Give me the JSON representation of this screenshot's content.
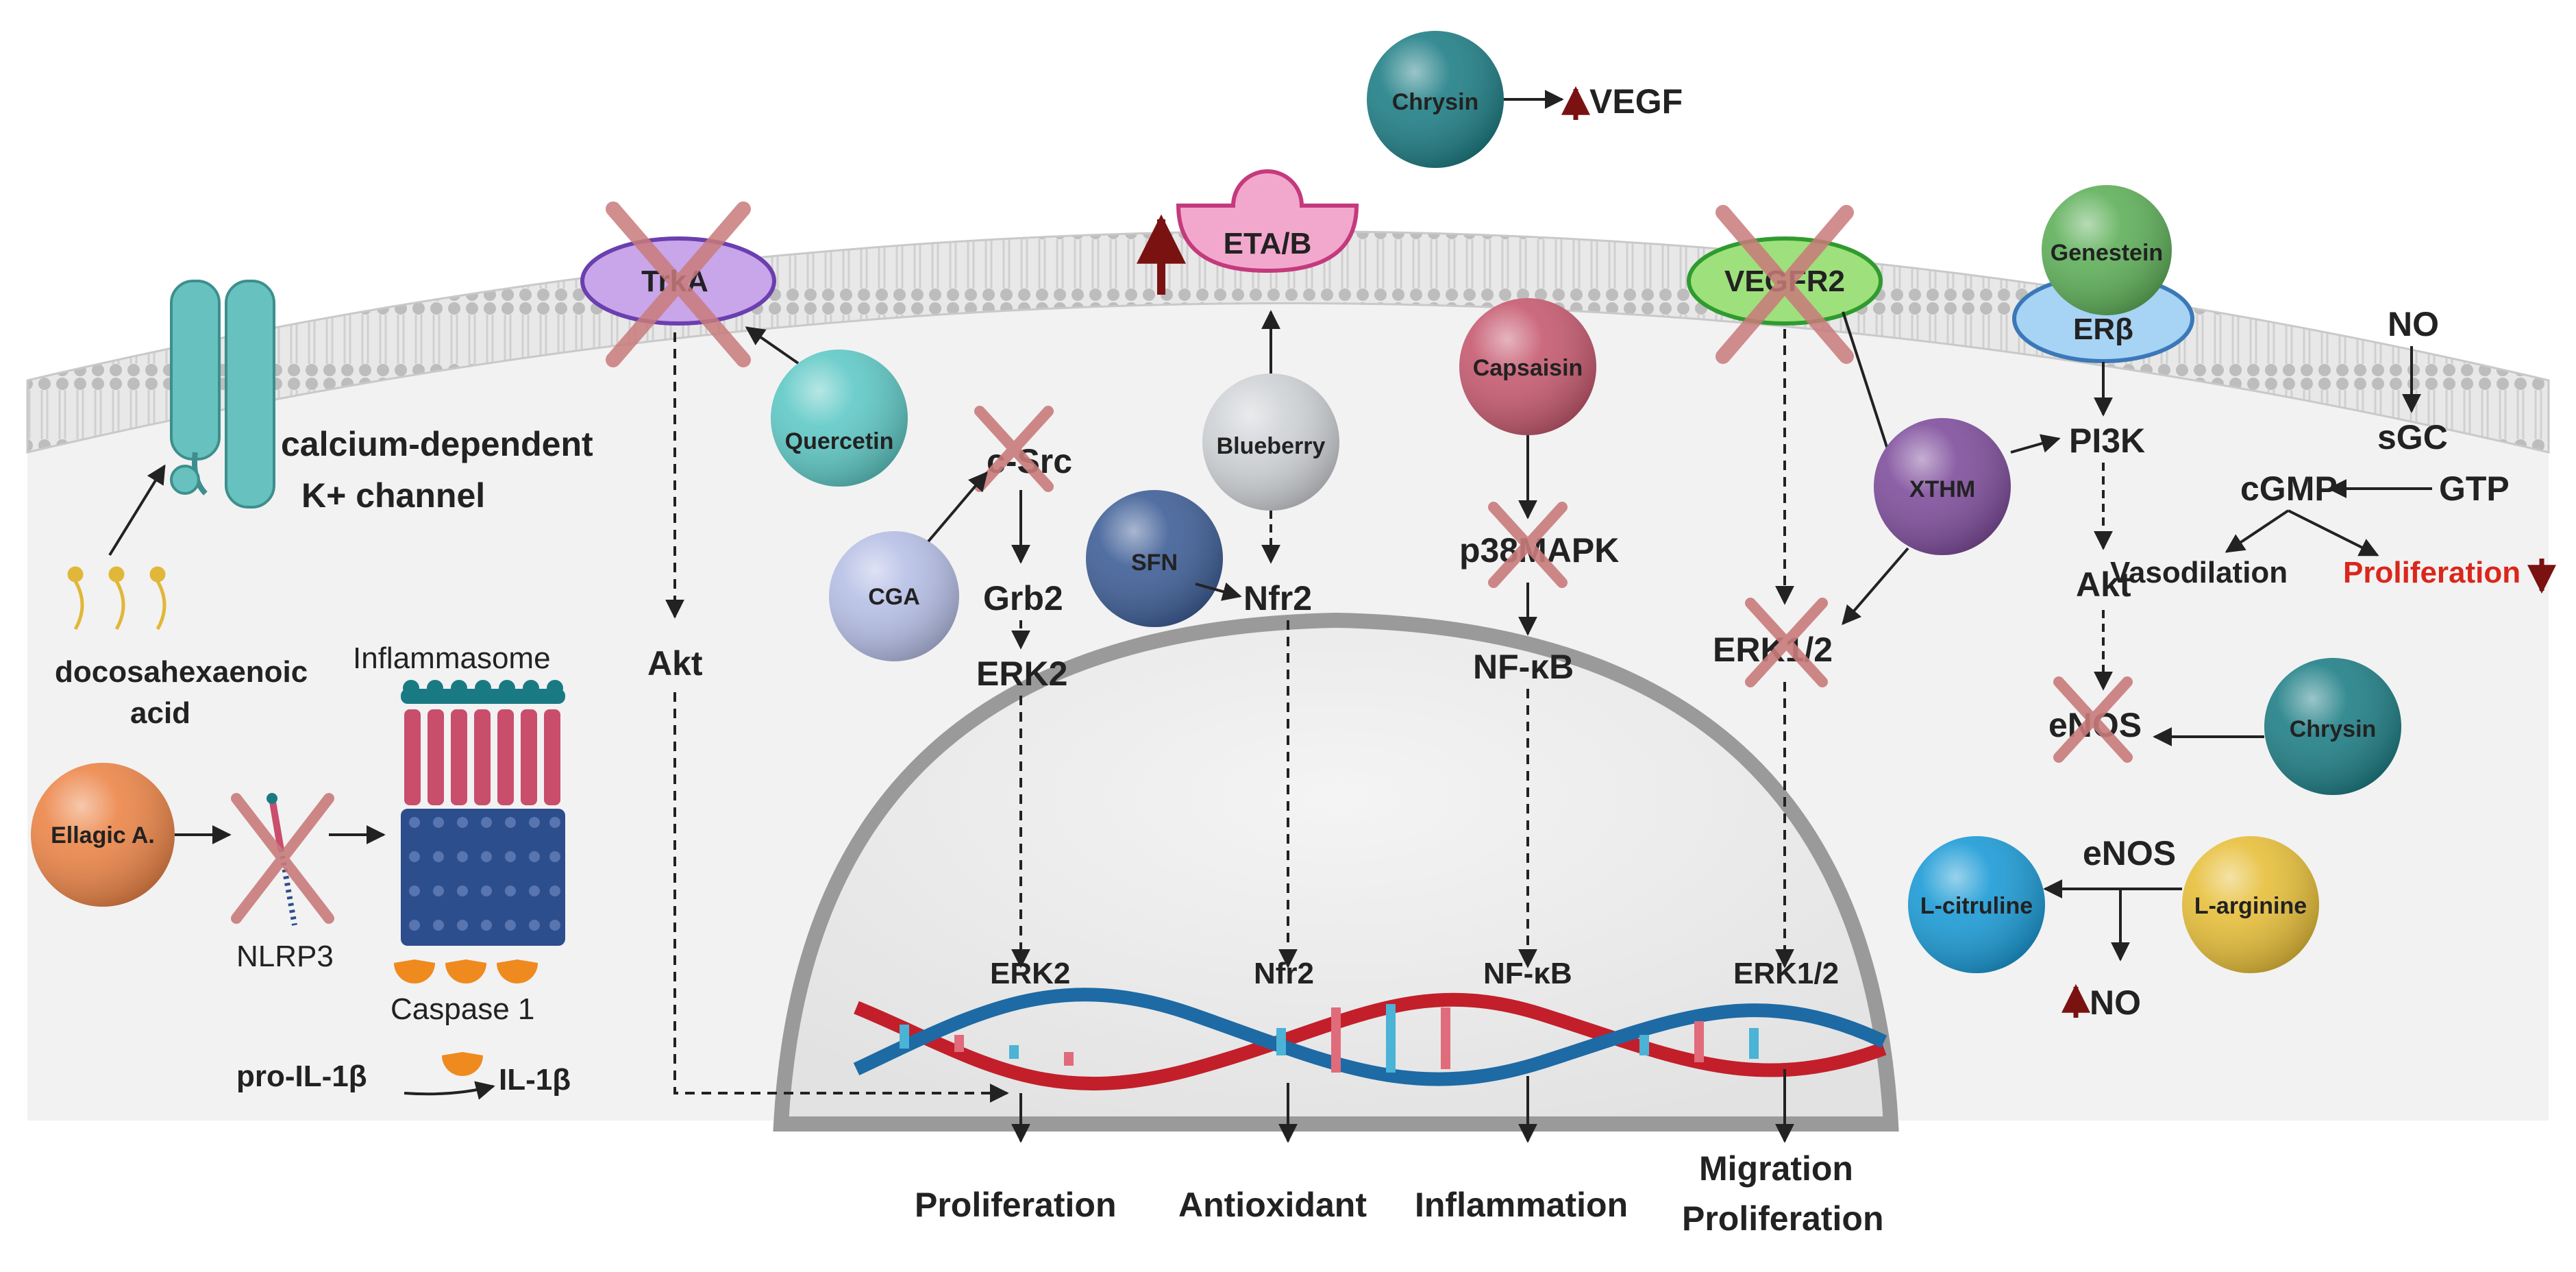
{
  "molecules": {
    "chrysin_top": "Chrysin",
    "vegf": "VEGF",
    "quercetin": "Quercetin",
    "cga": "CGA",
    "blueberry": "Blueberry",
    "sfn": "SFN",
    "capsaisin": "Capsaisin",
    "xthm": "XTHM",
    "genestein": "Genestein",
    "chrysin_right": "Chrysin",
    "ellagic": "Ellagic A.",
    "l_citruline": "L-citruline",
    "l_arginine": "L-arginine"
  },
  "receptors": {
    "trka": "TrkA",
    "eta_b": "ETA/B",
    "vegfr2": "VEGFR2",
    "er_beta": "ERβ"
  },
  "channel": {
    "line1": "calcium-dependent",
    "line2": "K+ channel"
  },
  "dha": {
    "line1": "docosahexaenoic",
    "line2": "acid"
  },
  "inflammasome": {
    "title": "Inflammasome",
    "nlrp3": "NLRP3",
    "caspase": "Caspase 1",
    "pro": "pro-IL-1β",
    "il": "IL-1β"
  },
  "signals": {
    "akt_left": "Akt",
    "c_src": "c-Src",
    "grb2": "Grb2",
    "erk2": "ERK2",
    "nfr2": "Nfr2",
    "p38": "p38MAPK",
    "nfkb": "NF-κB",
    "erk12": "ERK1/2",
    "pi3k": "PI3K",
    "akt_right": "Akt",
    "enos_cross": "eNOS",
    "no_top": "NO",
    "sgc": "sGC",
    "cgmp": "cGMP",
    "gtp": "GTP",
    "vasodilation": "Vasodilation",
    "prolif_red": "Proliferation",
    "enos": "eNOS",
    "no_bottom": "NO"
  },
  "nucleus": {
    "erk2": "ERK2",
    "nfr2": "Nfr2",
    "nfkb": "NF-κB",
    "erk12": "ERK1/2"
  },
  "outcomes": {
    "proliferation": "Proliferation",
    "antioxidant": "Antioxidant",
    "inflammation": "Inflammation",
    "migration": "Migration",
    "proliferation2": "Proliferation"
  },
  "colors": {
    "teal_dark": "#1f7f86",
    "teal_light": "#5fc9c6",
    "grey_ball": "#cfd2d6",
    "lavender": "#b6bfe6",
    "navy": "#3f5f97",
    "rose": "#c65a70",
    "purple": "#7f4e9c",
    "green": "#5fb05a",
    "orange": "#ec8548",
    "blue": "#1c9bd6",
    "yellow": "#e7bf3a",
    "cross": "#c97b7b",
    "dark_red": "#7a1212",
    "red_text": "#d9271c"
  }
}
